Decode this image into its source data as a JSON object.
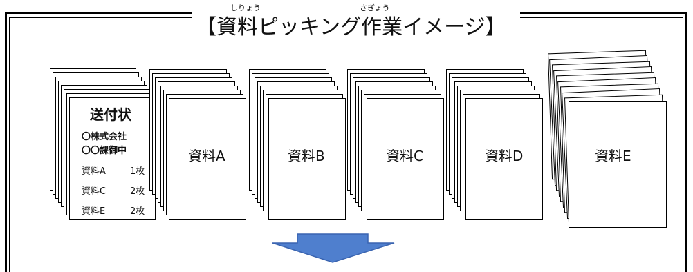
{
  "title": {
    "text": "【資料ピッキング作業イメージ】",
    "ruby_1": "しりょう",
    "ruby_2": "さぎょう"
  },
  "cover_letter": {
    "title": "送付状",
    "company": "〇株式会社",
    "department": "〇〇課御中",
    "items": [
      {
        "doc": "資料A",
        "count": "1枚"
      },
      {
        "doc": "資料C",
        "count": "2枚"
      },
      {
        "doc": "資料E",
        "count": "2枚"
      }
    ]
  },
  "stacks": [
    {
      "label": "資料A"
    },
    {
      "label": "資料B"
    },
    {
      "label": "資料C"
    },
    {
      "label": "資料D"
    },
    {
      "label": "資料E"
    }
  ],
  "colors": {
    "arrow_fill": "#4f7fce",
    "arrow_stroke": "#3a64b0"
  }
}
